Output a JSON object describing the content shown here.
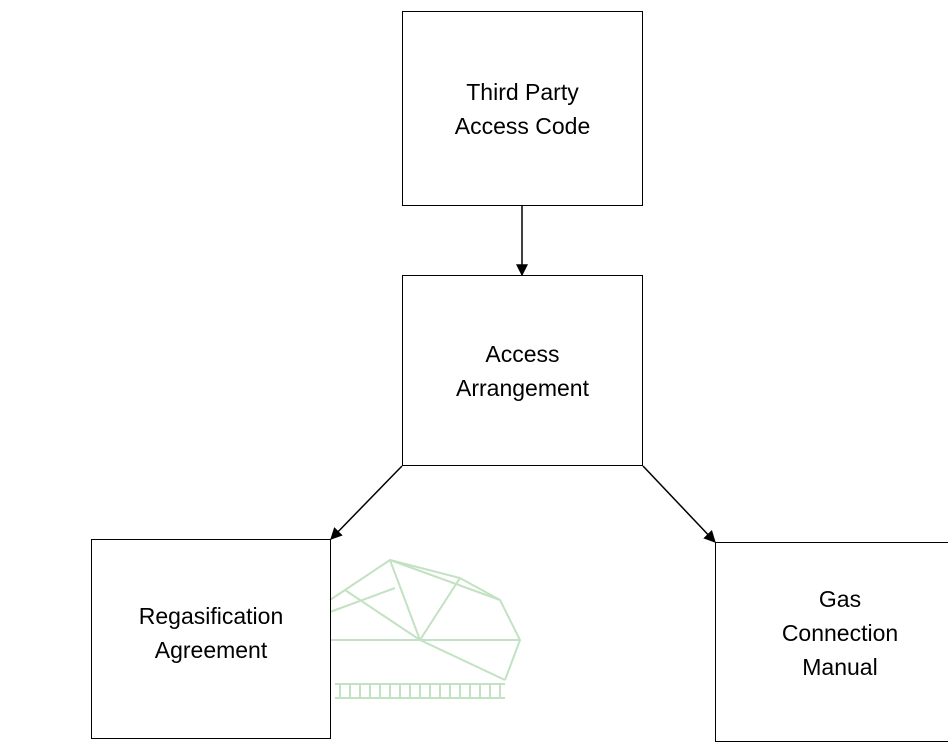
{
  "diagram": {
    "nodes": {
      "third_party_access_code": "Third Party\nAccess Code",
      "access_arrangement": "Access\nArrangement",
      "regasification_agreement": "Regasification\nAgreement",
      "gas_connection_manual": "Gas\nConnection\nManual"
    },
    "edges": [
      {
        "from": "Third Party Access Code",
        "to": "Access Arrangement"
      },
      {
        "from": "Access Arrangement",
        "to": "Regasification Agreement"
      },
      {
        "from": "Access Arrangement",
        "to": "Gas Connection Manual"
      }
    ],
    "colors": {
      "stroke": "#000000",
      "watermark": "#b9dcb9"
    }
  }
}
